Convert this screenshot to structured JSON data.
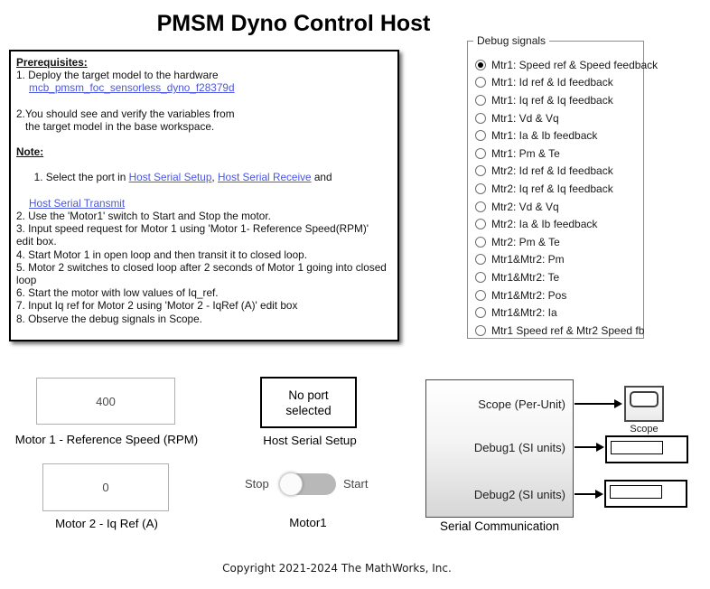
{
  "title": "PMSM Dyno Control Host",
  "colors": {
    "link": "#4a56e2"
  },
  "instructions": {
    "prerequisites_heading": "Prerequisites:",
    "prereq_line1": "1. Deploy the target model to the hardware",
    "prereq_link": "mcb_pmsm_foc_sensorless_dyno_f28379d",
    "prereq_line2a": "2.You should see and verify the variables from",
    "prereq_line2b": "the target model in the base workspace.",
    "note_heading": "Note:",
    "note1_pre": "1. Select the port in ",
    "note1_link1": "Host Serial Setup",
    "note1_mid": ", ",
    "note1_link2": "Host Serial Receive",
    "note1_post": " and",
    "note1_link3": "Host Serial Transmit",
    "note2": "2. Use the 'Motor1' switch to Start and Stop the motor.",
    "note3a": "3. Input speed request for Motor 1 using 'Motor 1- Reference Speed(RPM)'",
    "note3b": "edit box.",
    "note4": "4. Start Motor 1 in open loop and then transit it to closed loop.",
    "note5a": "5. Motor 2 switches to closed loop after 2 seconds of Motor 1 going into closed",
    "note5b": "loop",
    "note6": "6. Start the motor with low values of Iq_ref.",
    "note7": "7. Input Iq ref for Motor 2 using 'Motor 2 - IqRef (A)' edit box",
    "note8": "8. Observe the debug signals in Scope."
  },
  "debug_signals": {
    "group_label": "Debug signals",
    "selected_index": 0,
    "options": [
      "Mtr1: Speed ref & Speed feedback",
      "Mtr1: Id ref & Id feedback",
      "Mtr1: Iq ref & Iq feedback",
      "Mtr1: Vd & Vq",
      "Mtr1: Ia & Ib feedback",
      "Mtr1: Pm & Te",
      "Mtr2: Id ref & Id feedback",
      "Mtr2: Iq ref & Iq feedback",
      "Mtr2: Vd & Vq",
      "Mtr2: Ia & Ib feedback",
      "Mtr2: Pm & Te",
      "Mtr1&Mtr2: Pm",
      "Mtr1&Mtr2: Te",
      "Mtr1&Mtr2: Pos",
      "Mtr1&Mtr2: Ia",
      "Mtr1 Speed ref & Mtr2 Speed fb"
    ]
  },
  "motor1_speed": {
    "value": "400",
    "label": "Motor 1 - Reference Speed (RPM)"
  },
  "motor2_iq": {
    "value": "0",
    "label": "Motor 2 - Iq Ref (A)"
  },
  "host_serial_setup": {
    "status_line1": "No port",
    "status_line2": "selected",
    "label": "Host Serial Setup"
  },
  "motor1_switch": {
    "off_label": "Stop",
    "on_label": "Start",
    "label": "Motor1",
    "state": "Stop"
  },
  "serial_communication": {
    "label": "Serial Communication",
    "ports": [
      "Scope (Per-Unit)",
      "Debug1 (SI units)",
      "Debug2 (SI units)"
    ]
  },
  "scope_block": {
    "label": "Scope"
  },
  "footer": {
    "copyright": "Copyright 2021-2024 The MathWorks, Inc."
  }
}
